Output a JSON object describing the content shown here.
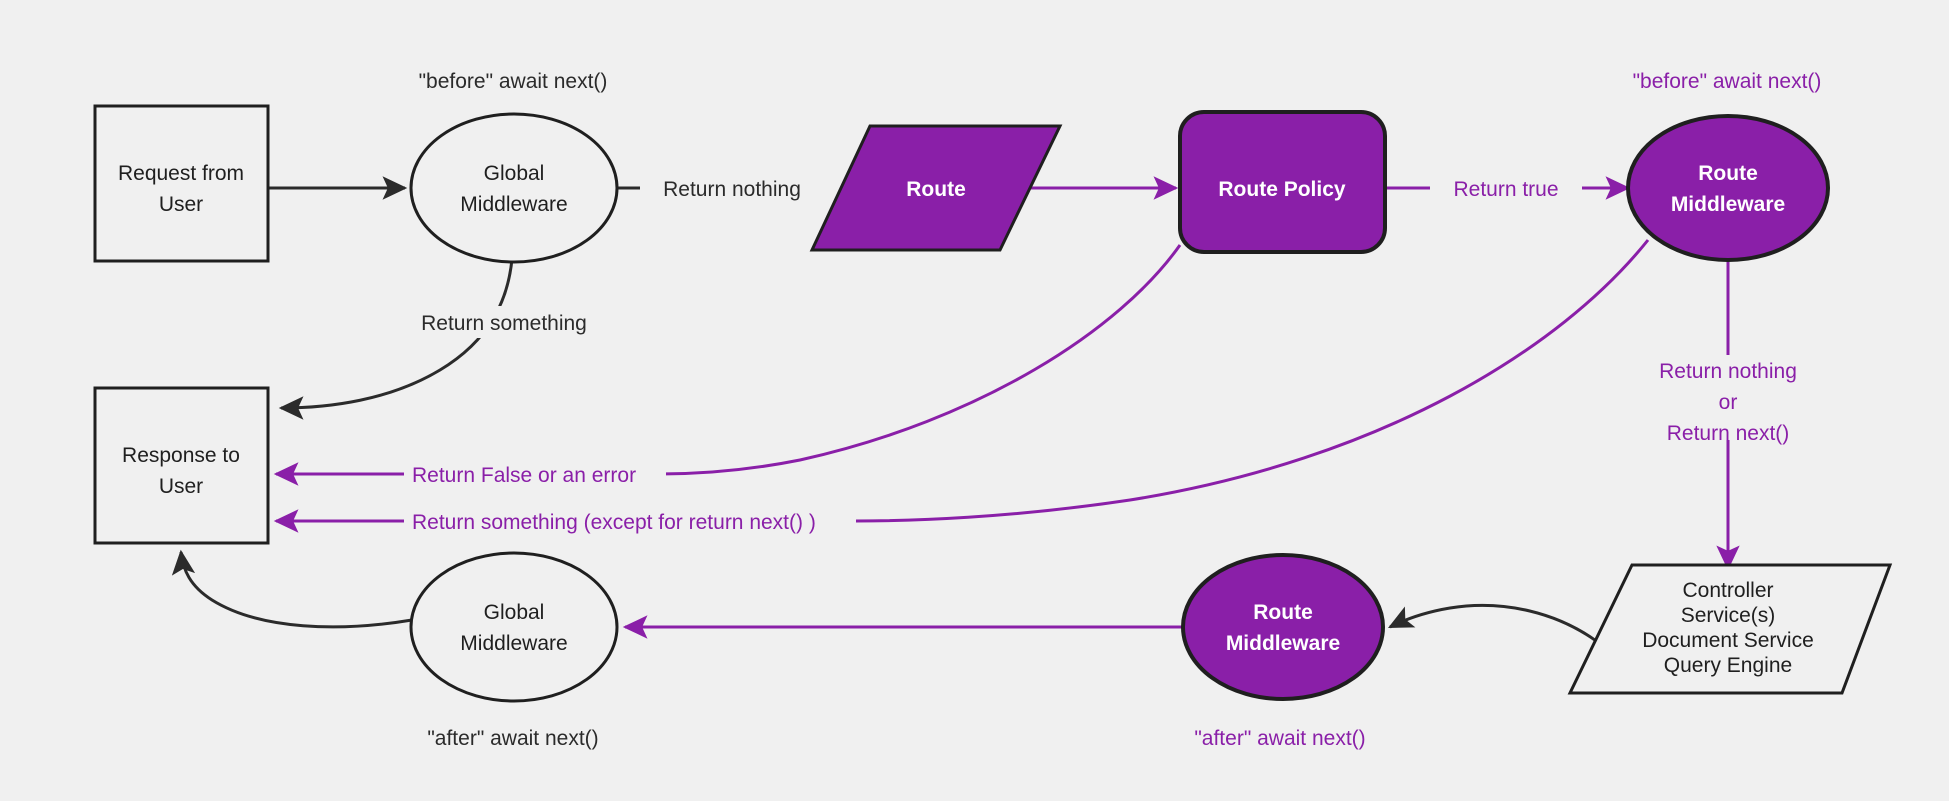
{
  "colors": {
    "background": "#f0f0f0",
    "purple_fill": "#8a1fa8",
    "purple_line": "#8a1fa8",
    "dark_line": "#2b2b2b",
    "white_text": "#ffffff",
    "dark_text": "#1f1f1f"
  },
  "nodes": {
    "request_from_user": {
      "line1": "Request from",
      "line2": "User"
    },
    "global_middleware_top": {
      "line1": "Global",
      "line2": "Middleware"
    },
    "route": {
      "line1": "Route"
    },
    "route_policy": {
      "line1": "Route Policy"
    },
    "route_middleware_top": {
      "line1": "Route",
      "line2": "Middleware"
    },
    "controller": {
      "line1": "Controller",
      "line2": "Service(s)",
      "line3": "Document Service",
      "line4": "Query Engine"
    },
    "route_middleware_bottom": {
      "line1": "Route",
      "line2": "Middleware"
    },
    "global_middleware_bottom": {
      "line1": "Global",
      "line2": "Middleware"
    },
    "response_to_user": {
      "line1": "Response to",
      "line2": "User"
    }
  },
  "annotations": {
    "before_await_next_global": "\"before\" await next()",
    "before_await_next_route": "\"before\" await next()",
    "after_await_next_global": "\"after\" await next()",
    "after_await_next_route": "\"after\" await next()"
  },
  "edge_labels": {
    "return_something_top": "Return something",
    "return_nothing": "Return nothing",
    "return_true": "Return true",
    "return_false_or_error": "Return False or an error",
    "return_something_except": "Return something (except for return next() )",
    "return_nothing_or_next_1": "Return nothing",
    "return_nothing_or_next_2": "or",
    "return_nothing_or_next_3": "Return next()"
  }
}
